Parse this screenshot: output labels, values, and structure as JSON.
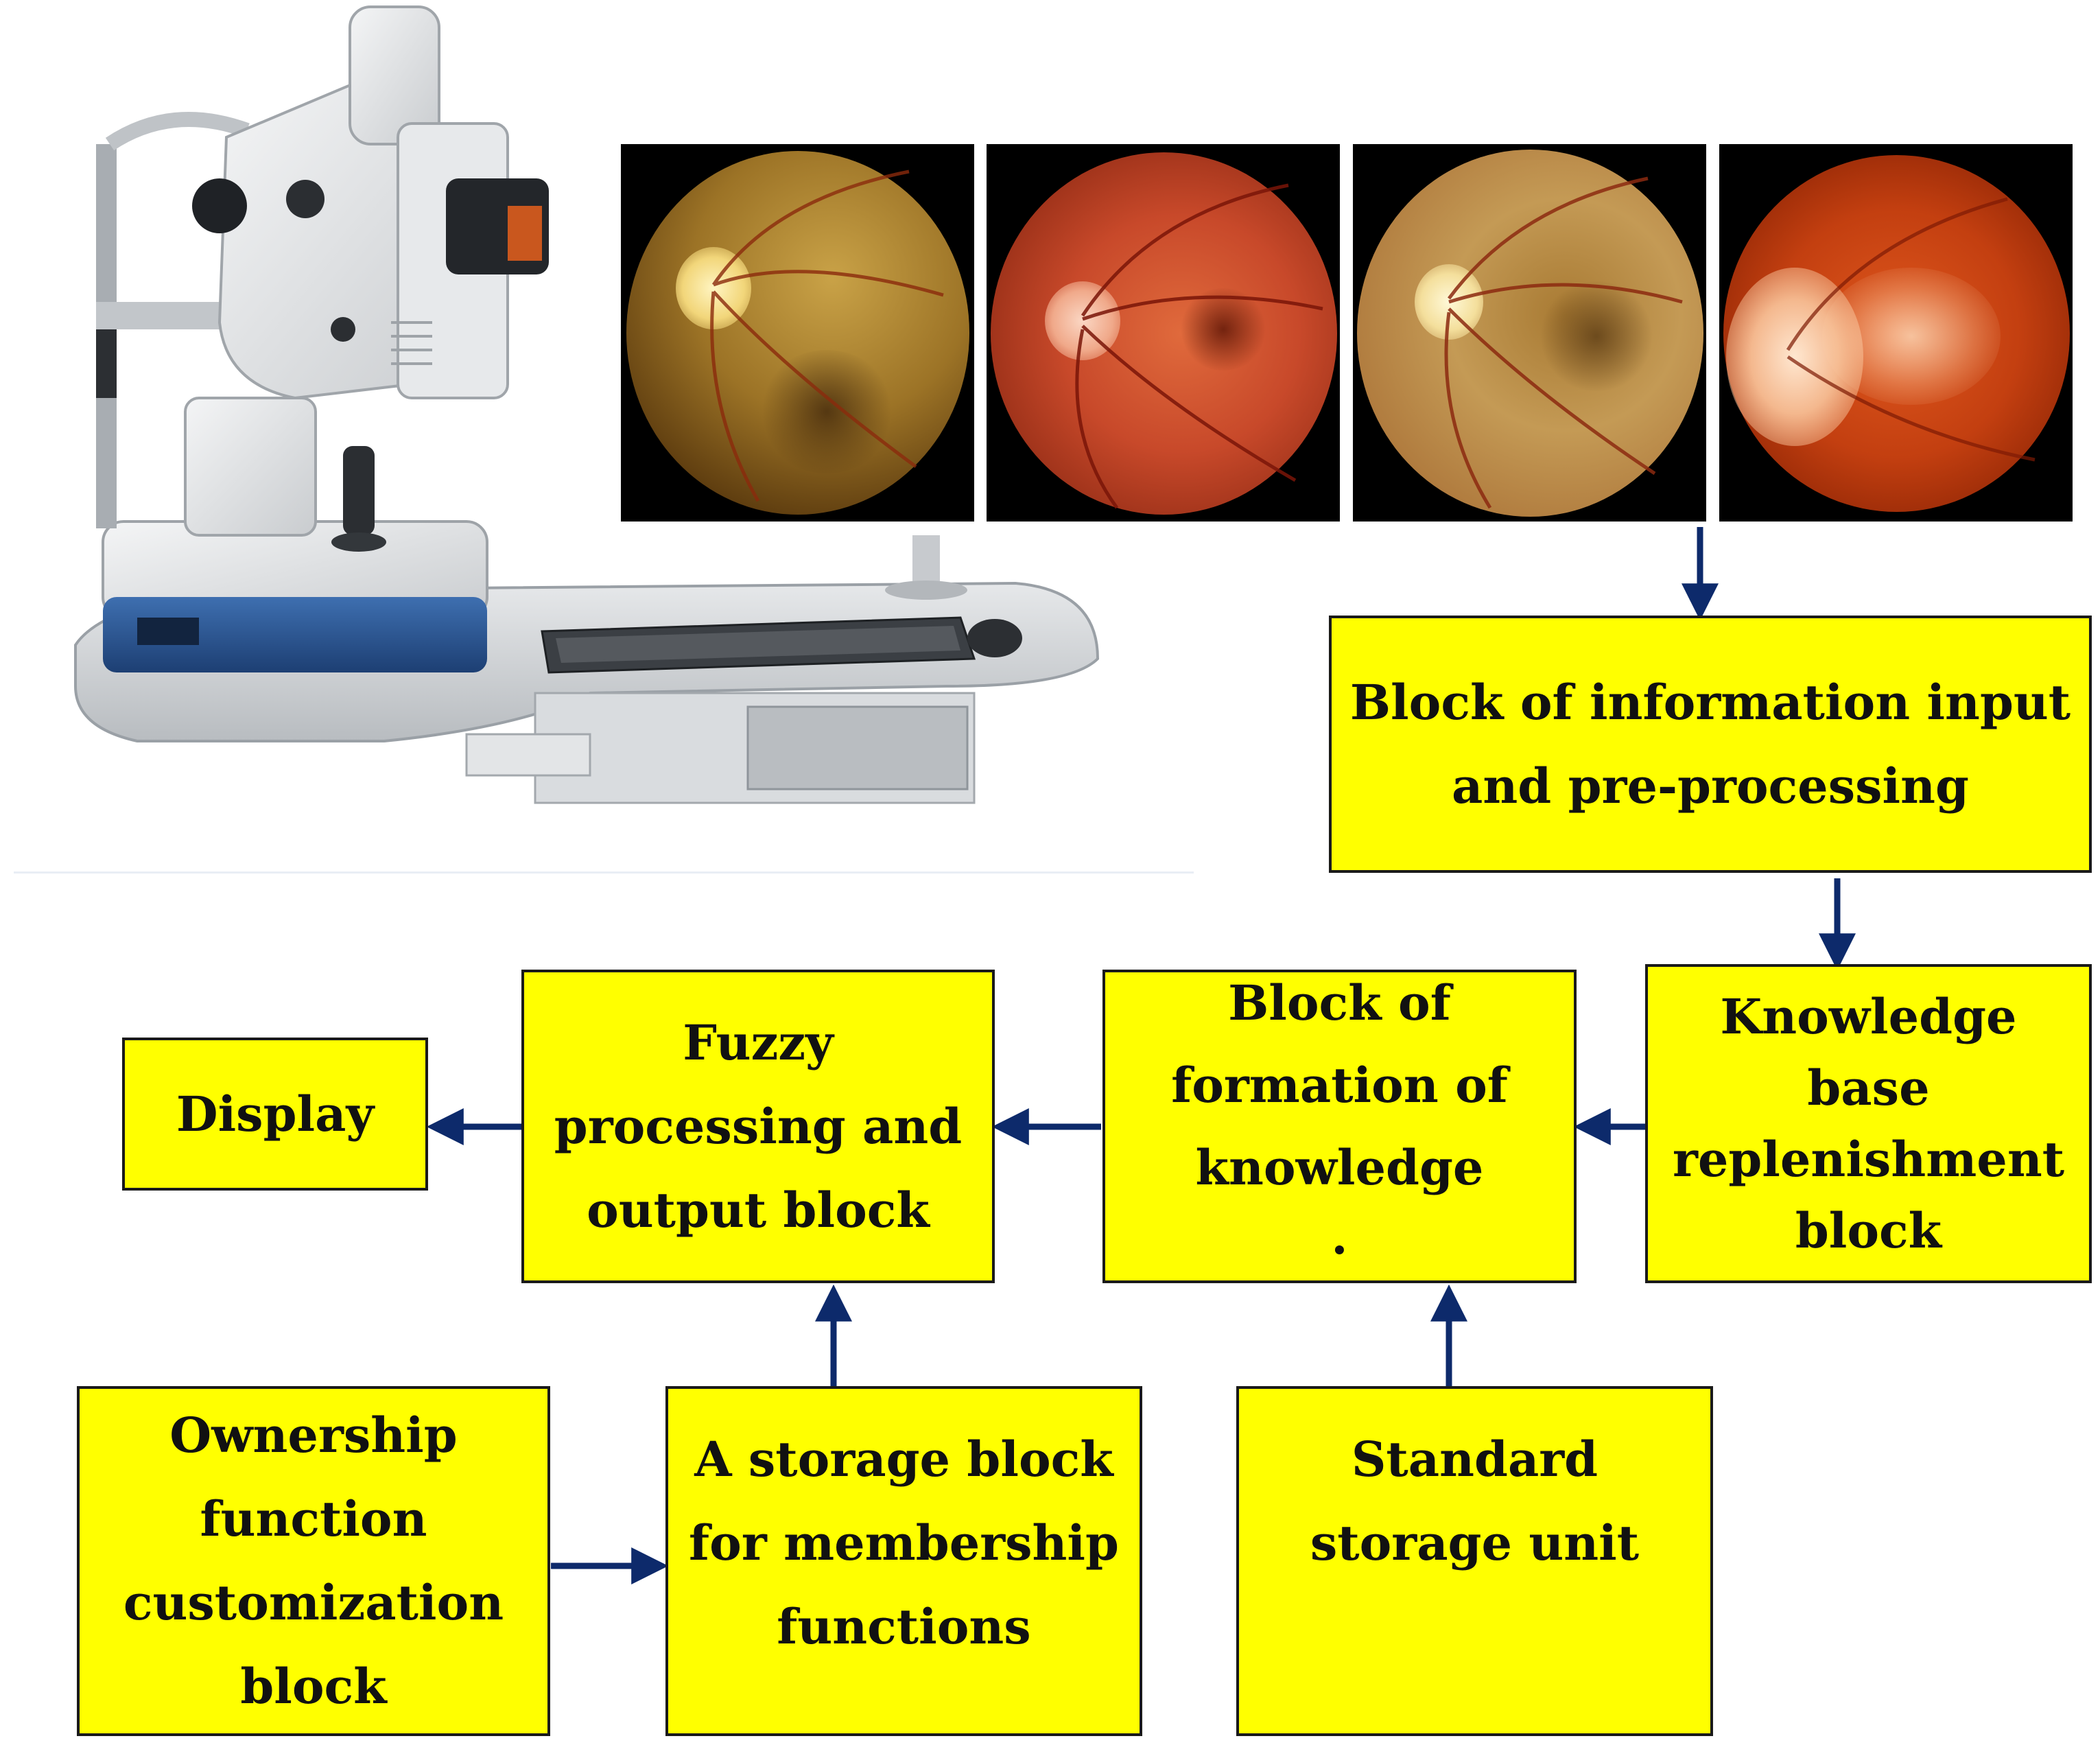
{
  "illustration": {
    "device": "fundus-camera-workstation",
    "fundus_images": [
      "fundus-image-1",
      "fundus-image-2",
      "fundus-image-3",
      "fundus-image-4"
    ]
  },
  "blocks": {
    "input": "Block of information input\nand pre-processing",
    "replenishment": "Knowledge\nbase\nreplenishment\nblock",
    "formation": "Block of\nformation of\nknowledge\n·",
    "fuzzy": "Fuzzy\nprocessing and\noutput block",
    "display": "Display",
    "ownership": "Ownership\nfunction\ncustomization\nblock",
    "storage_membership": "A storage block\nfor membership\nfunctions",
    "standard": "Standard\nstorage unit"
  },
  "colors": {
    "block_fill": "#ffff00",
    "block_border": "#1a1a1a",
    "arrow": "#0d2a6b"
  }
}
